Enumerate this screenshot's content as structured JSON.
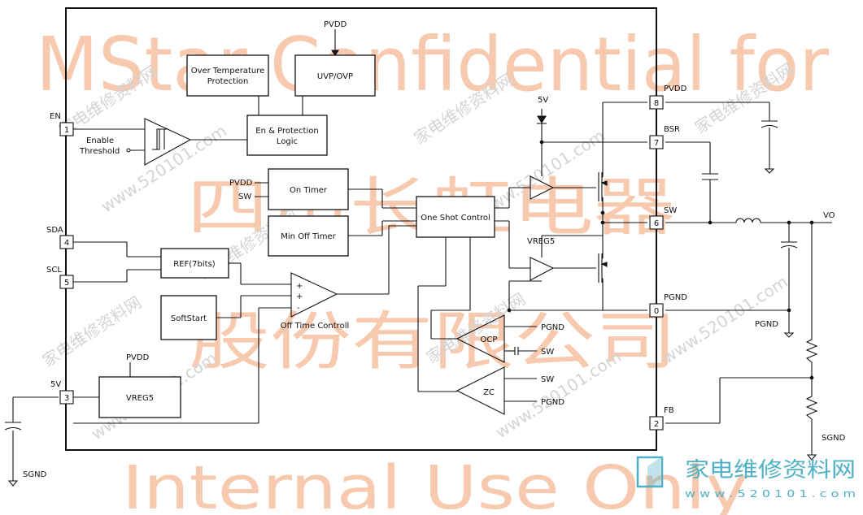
{
  "watermarks": {
    "line1": "MStar Confidential for",
    "line2": "Internal Use Only",
    "cn_line1": "四川长虹电器",
    "cn_line2": "股份有限公司",
    "diag_text": "家电维修资料网",
    "diag_site": "www.520101.com",
    "logo_cn": "家电维修资料网",
    "logo_url": "w w w . 5 2 0 1 0 1 . c o m"
  },
  "colors": {
    "line": "#111111",
    "watermark": "#f7c9ae",
    "diag_watermark": "#d4d4d4",
    "logo": "#4fb0c6"
  },
  "pins": {
    "en": {
      "label": "EN",
      "num": "1"
    },
    "sda": {
      "label": "SDA",
      "num": "4"
    },
    "scl": {
      "label": "SCL",
      "num": "5"
    },
    "v5": {
      "label": "5V",
      "num": "3"
    },
    "pvdd": {
      "label": "PVDD",
      "num": "8"
    },
    "bsr": {
      "label": "BSR",
      "num": "7"
    },
    "sw": {
      "label": "SW",
      "num": "6"
    },
    "pgnd": {
      "label": "PGND",
      "num": "0"
    },
    "fb": {
      "label": "FB",
      "num": "2"
    }
  },
  "blocks": {
    "over_temp_1": "Over Temperature",
    "over_temp_2": "Protection",
    "uvp_ovp": "UVP/OVP",
    "en_prot_1": "En & Protection",
    "en_prot_2": "Logic",
    "on_timer": "On Timer",
    "min_off": "Min Off Timer",
    "one_shot": "One Shot Control",
    "ref": "REF(7bits)",
    "softstart": "SoftStart",
    "vreg5": "VREG5",
    "off_time": "Off Time Controll",
    "ocp": "OCP",
    "zc": "ZC"
  },
  "labels": {
    "pvdd_top": "PVDD",
    "enable_thr_1": "Enable",
    "enable_thr_2": "Threshold",
    "ontimer_pvdd": "PVDD",
    "ontimer_sw": "SW",
    "supply_5v": "5V",
    "vreg5_gate": "VREG5",
    "ocp_pgnd": "PGND",
    "ocp_sw": "SW",
    "zc_sw": "SW",
    "zc_pgnd": "PGND",
    "vreg_pvdd": "PVDD",
    "vo": "VO",
    "pgnd_ext": "PGND",
    "sgnd_right": "SGND",
    "sgnd_left": "SGND",
    "plus1": "+",
    "plus2": "+",
    "minus": "-"
  }
}
